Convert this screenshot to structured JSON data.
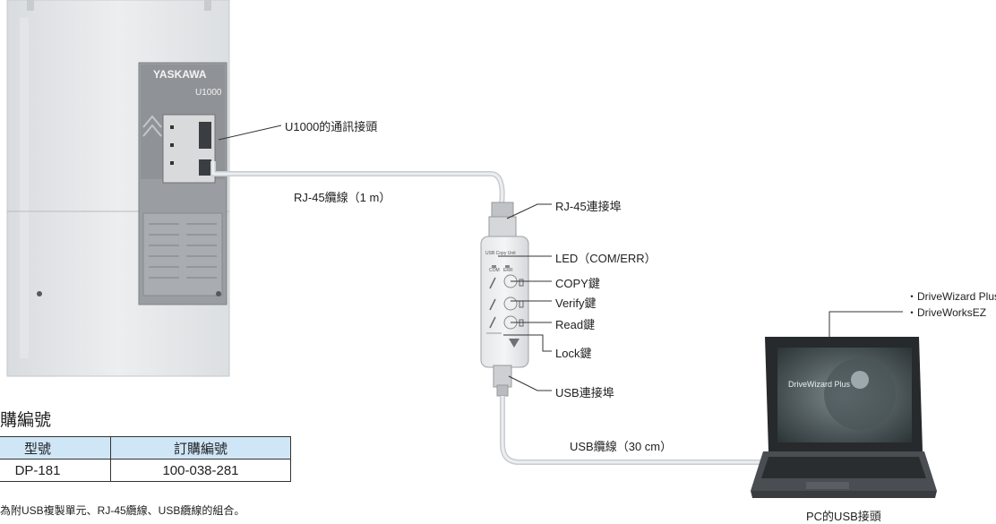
{
  "inverter": {
    "brand": "YASKAWA",
    "model": "U1000"
  },
  "copy_unit_face": {
    "title": "USB Copy Unit",
    "led_labels": [
      "COM",
      "ERR"
    ]
  },
  "laptop": {
    "screen_text": "DriveWizard Plus"
  },
  "labels": {
    "comm_connector": "U1000的通訊接頭",
    "rj45_cable": "RJ-45纜線（1 m）",
    "rj45_port": "RJ-45連接埠",
    "led": "LED（COM/ERR）",
    "copy_key": "COPY鍵",
    "verify_key": "Verify鍵",
    "read_key": "Read鍵",
    "lock_key": "Lock鍵",
    "usb_port": "USB連接埠",
    "usb_cable": "USB纜線（30 cm）",
    "pc_usb": "PC的USB接頭"
  },
  "software": [
    "・DriveWizard Plus",
    "・DriveWorksEZ"
  ],
  "order": {
    "title": "購編號",
    "headers": [
      "型號",
      "訂購編號"
    ],
    "rows": [
      [
        "DP-181",
        "100-038-281"
      ]
    ],
    "note": "為附USB複製單元、RJ-45纜線、USB纜線的組合。"
  }
}
